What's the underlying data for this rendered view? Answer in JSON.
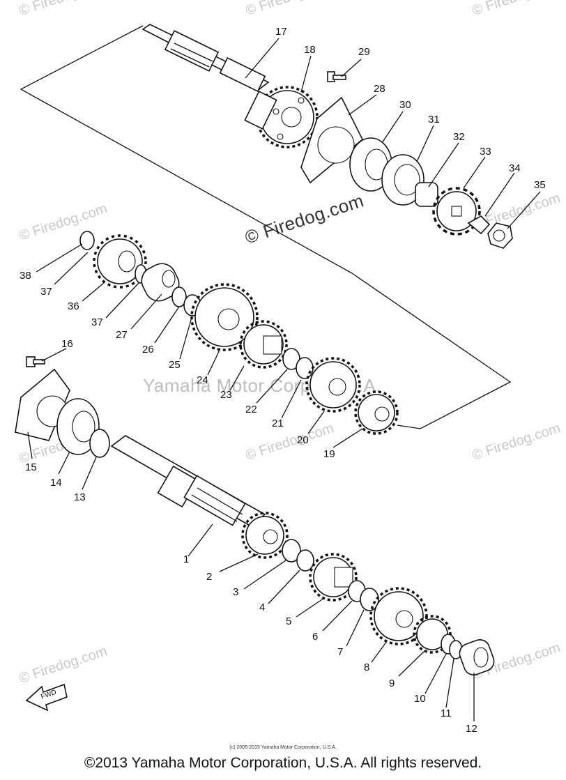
{
  "watermark": {
    "small": "© Firedog.com",
    "center": "© Firedog.com",
    "company": "Yamaha Motor Corp., U.S.A."
  },
  "parts": [
    {
      "n": "1"
    },
    {
      "n": "2"
    },
    {
      "n": "3"
    },
    {
      "n": "4"
    },
    {
      "n": "5"
    },
    {
      "n": "6"
    },
    {
      "n": "7"
    },
    {
      "n": "8"
    },
    {
      "n": "9"
    },
    {
      "n": "10"
    },
    {
      "n": "11"
    },
    {
      "n": "12"
    },
    {
      "n": "13"
    },
    {
      "n": "14"
    },
    {
      "n": "15"
    },
    {
      "n": "16"
    },
    {
      "n": "17"
    },
    {
      "n": "18"
    },
    {
      "n": "19"
    },
    {
      "n": "20"
    },
    {
      "n": "21"
    },
    {
      "n": "22"
    },
    {
      "n": "23"
    },
    {
      "n": "24"
    },
    {
      "n": "25"
    },
    {
      "n": "26"
    },
    {
      "n": "27"
    },
    {
      "n": "28"
    },
    {
      "n": "29"
    },
    {
      "n": "30"
    },
    {
      "n": "31"
    },
    {
      "n": "32"
    },
    {
      "n": "33"
    },
    {
      "n": "34"
    },
    {
      "n": "35"
    },
    {
      "n": "36"
    },
    {
      "n": "37"
    },
    {
      "n": "37"
    },
    {
      "n": "38"
    }
  ],
  "fwd_label": "FWD",
  "footer": {
    "small": "(c) 2005-2015 Yamaha Motor Corporation, U.S.A.",
    "main": "©2013 Yamaha Motor Corporation, U.S.A. All rights reserved."
  }
}
